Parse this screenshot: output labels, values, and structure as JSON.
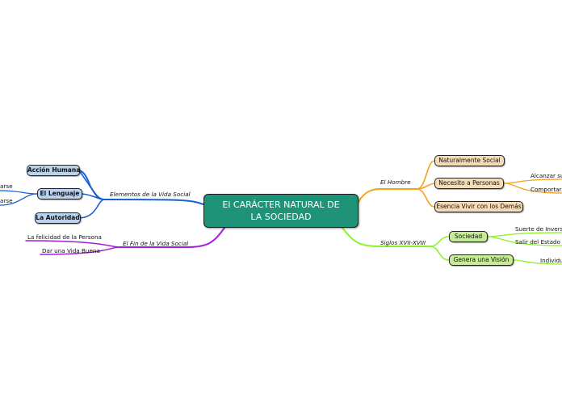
{
  "center": {
    "title": "El CARÁCTER NATURAL DE LA SOCIEDAD"
  },
  "colors": {
    "center": "#1e9378",
    "blue": "#1a5fd6",
    "purple": "#a020d8",
    "orange": "#f5a21c",
    "green": "#8cf02a"
  },
  "left": {
    "elementos": {
      "label": "Elementos de la Vida Social",
      "nodes": [
        "Acción Humana",
        "El Lenguaje",
        "La Autoridad"
      ],
      "leaves": [
        "arse",
        "arse"
      ]
    },
    "fin": {
      "label": "El Fin de la Vida Social",
      "leaves": [
        "La felicidad de la Persona",
        "Dar una Vida Buena"
      ]
    }
  },
  "right": {
    "hombre": {
      "label": "El Hombre",
      "nodes": [
        "Naturalmente Social",
        "Necesito a Personas",
        "Esencia Vivir con los Demás"
      ],
      "leaves": [
        "Alcanzar su",
        "Comportarse"
      ]
    },
    "siglos": {
      "label": "Siglos XVII-XVIII",
      "nodes": [
        "Sociedad",
        "Genera una Visión"
      ],
      "leaves": [
        "Suerte de Inversió",
        "Salir del Estado Sa",
        "Individua"
      ]
    }
  }
}
